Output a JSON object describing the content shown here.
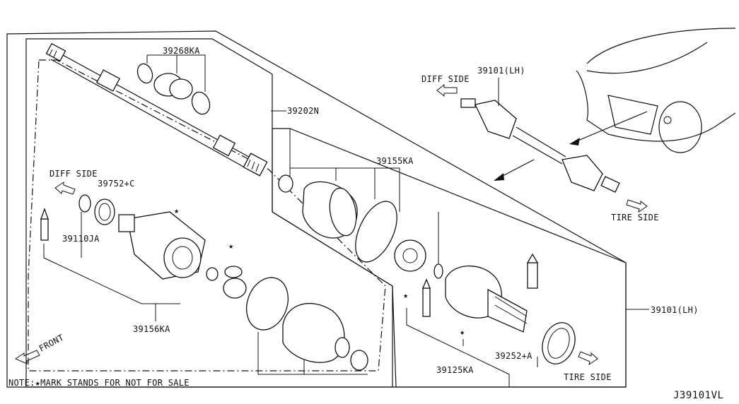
{
  "diagram": {
    "part_labels": {
      "boot_kit_inner": "39268KA",
      "shaft": "39202N",
      "boot_kit_outer": "39155KA",
      "circlip": "39752+C",
      "joint_inner": "39110JA",
      "joint_inner_kit": "39156KA",
      "joint_outer_kit": "39125KA",
      "seal": "39252+A",
      "assembly_lh_main": "39101(LH)",
      "assembly_lh_top": "39101(LH)"
    },
    "directions": {
      "diff_side_left": "DIFF SIDE",
      "diff_side_top": "DIFF SIDE",
      "tire_side_right": "TIRE SIDE",
      "tire_side_bottom": "TIRE SIDE",
      "front": "FRONT"
    },
    "star_mark": "★",
    "note": "NOTE:★MARK STANDS FOR NOT FOR SALE",
    "diagram_code": "J39101VL"
  }
}
